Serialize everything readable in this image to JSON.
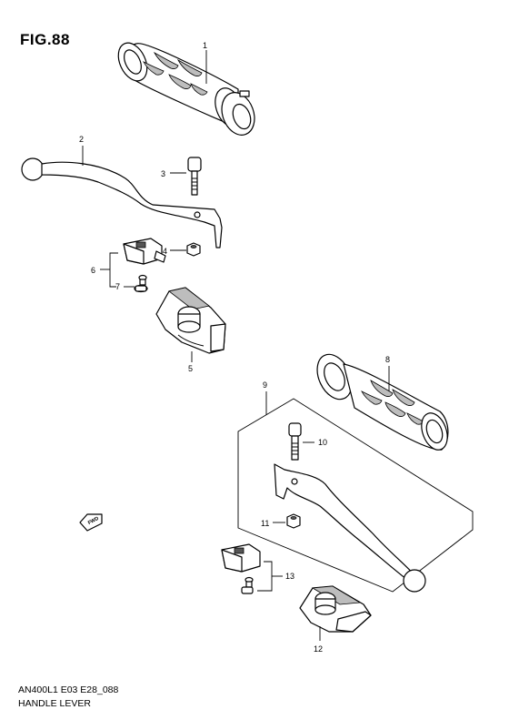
{
  "figure": {
    "title": "FIG.88",
    "model_code": "AN400L1 E03 E28_088",
    "name": "HANDLE LEVER",
    "direction_badge": "FWD"
  },
  "callouts": [
    "1",
    "2",
    "3",
    "4",
    "5",
    "6",
    "7",
    "8",
    "9",
    "10",
    "11",
    "12",
    "13"
  ],
  "parts": [
    {
      "number": "1",
      "icon": "grip-icon"
    },
    {
      "number": "2",
      "icon": "lever-icon"
    },
    {
      "number": "3",
      "icon": "bolt-icon"
    },
    {
      "number": "4",
      "icon": "nut-icon"
    },
    {
      "number": "5",
      "icon": "lever-holder-icon"
    },
    {
      "number": "6",
      "icon": "bracket-icon"
    },
    {
      "number": "7",
      "icon": "screw-icon"
    },
    {
      "number": "8",
      "icon": "grip-icon"
    },
    {
      "number": "9",
      "icon": "lever-assembly-icon"
    },
    {
      "number": "10",
      "icon": "bolt-icon"
    },
    {
      "number": "11",
      "icon": "nut-icon"
    },
    {
      "number": "12",
      "icon": "lever-holder-icon"
    },
    {
      "number": "13",
      "icon": "bracket-icon"
    }
  ]
}
